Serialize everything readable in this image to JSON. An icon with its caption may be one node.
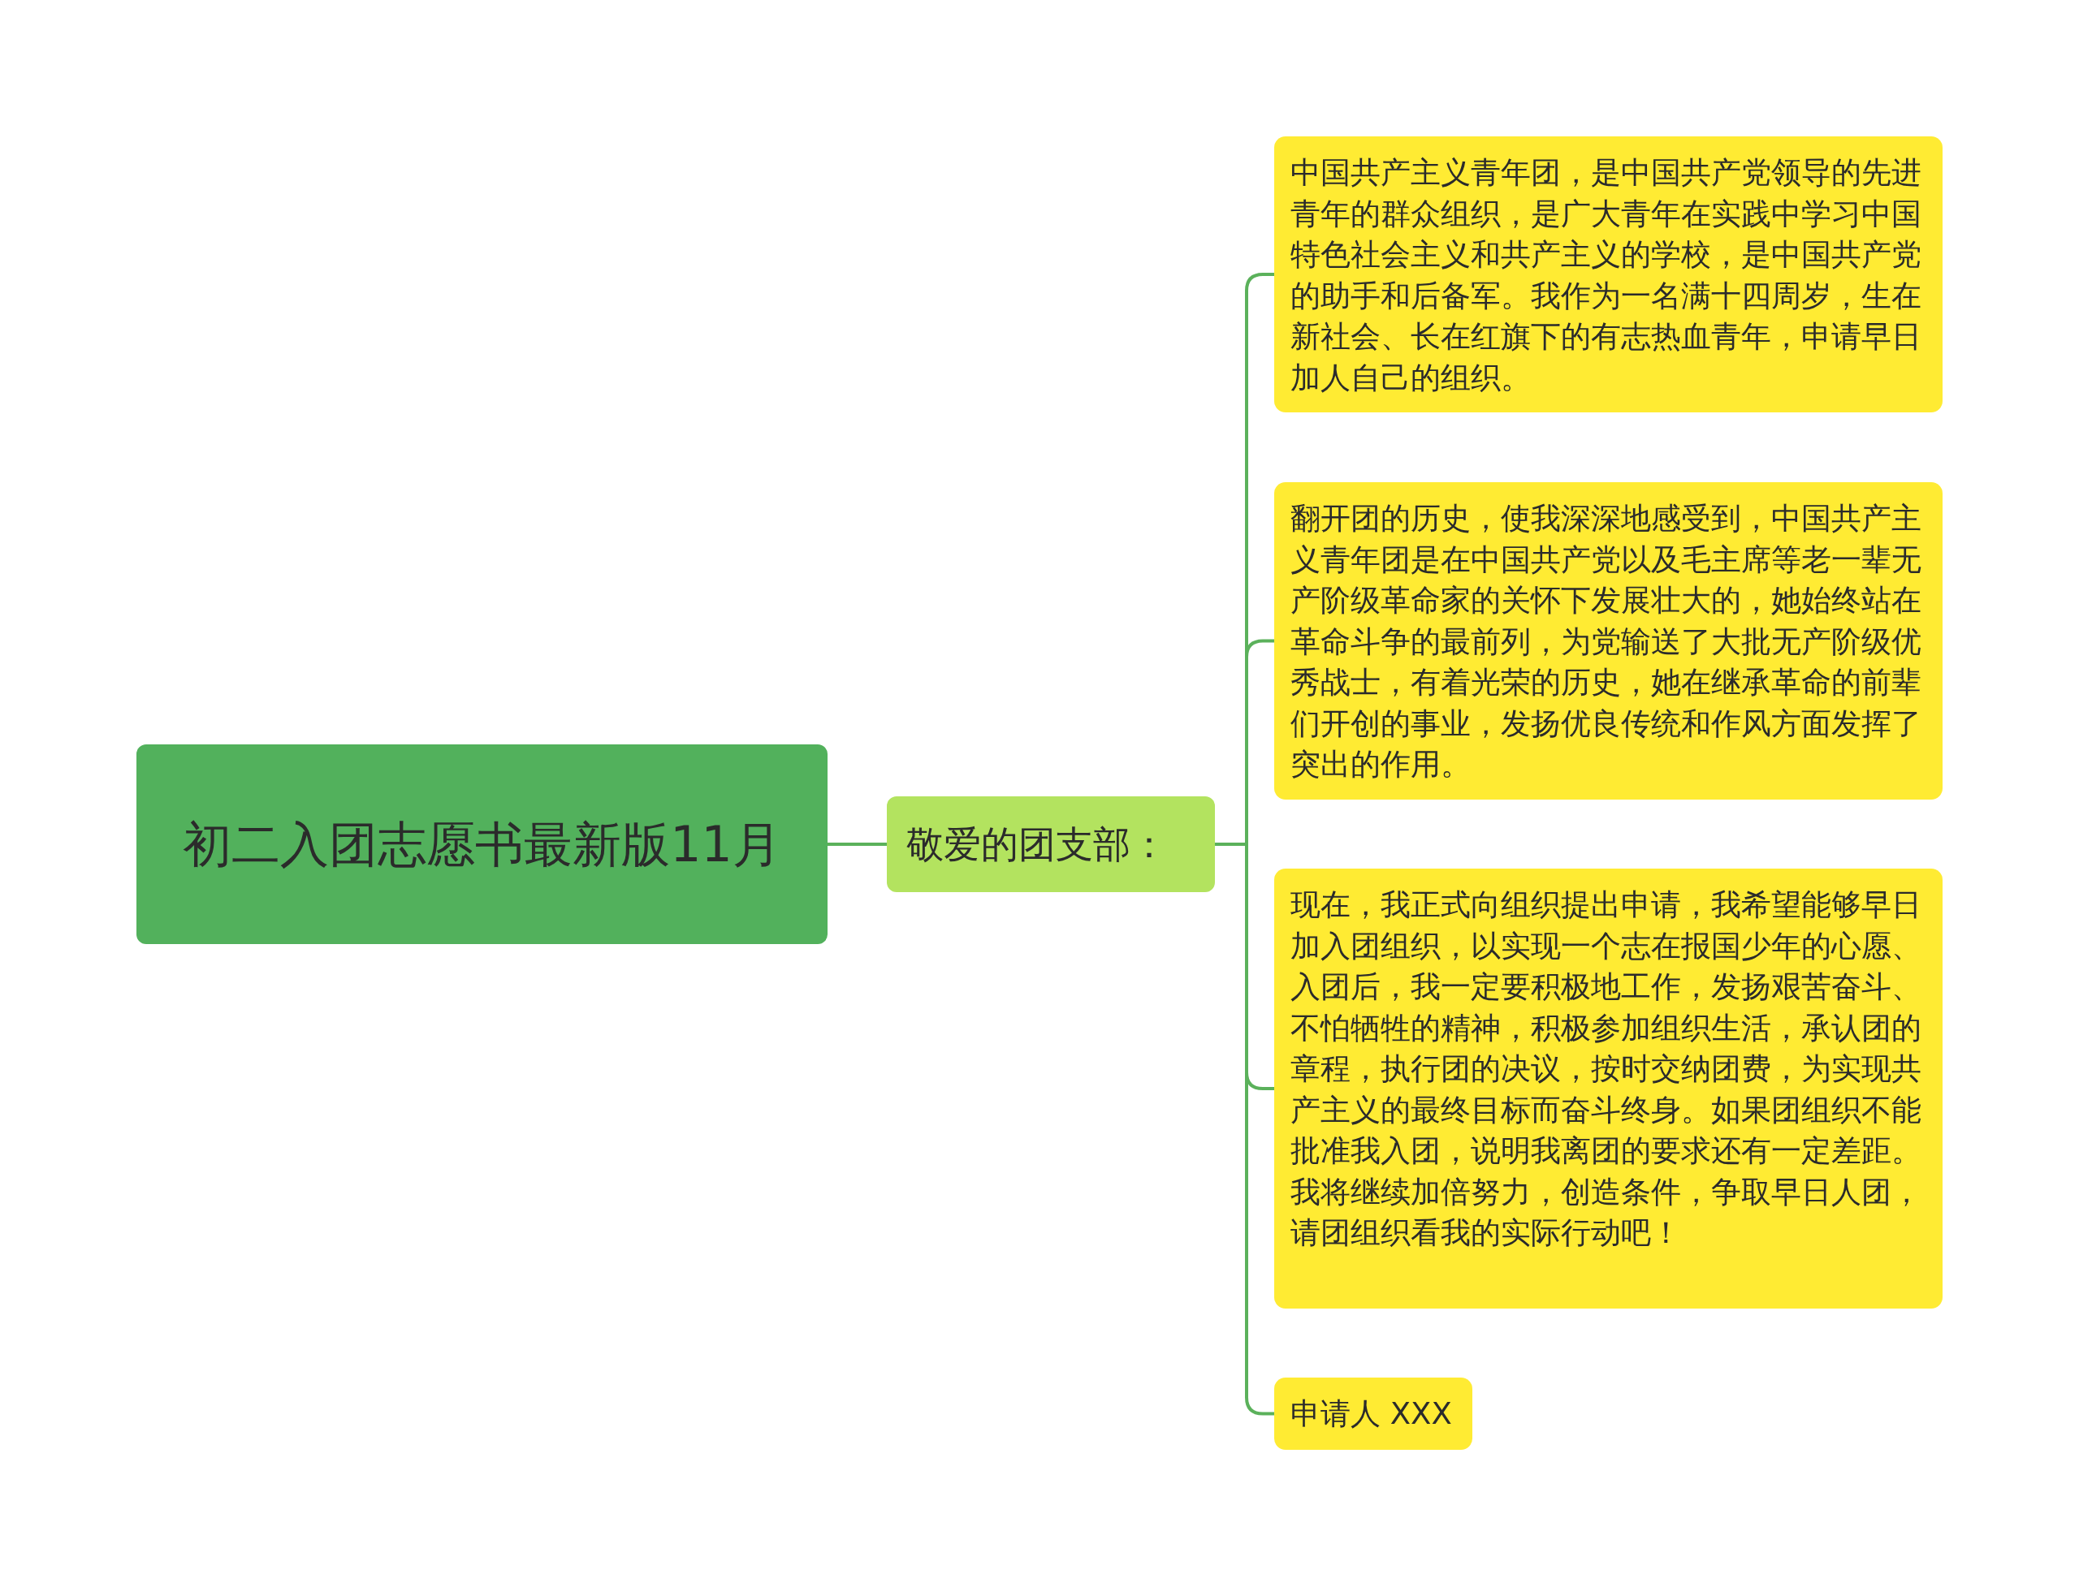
{
  "diagram": {
    "nodes": [
      {
        "text": [
          "初二入团志愿书最新版11月"
        ]
      },
      {
        "text": [
          "敬爱的团支部："
        ]
      },
      {
        "text": [
          "中国共产主义青年团，是中国共产党领导的先进青年的群众组织，是广大青年在实践中学习中国特色社会主义和共产主义的学校，是中国共产党的助手和后备军。我作为一名满十四周岁，生在新社会、长在红旗下的有志热血青年，申请早日加人自己的组织。"
        ]
      },
      {
        "text": [
          "翻开团的历史，使我深深地感受到，中国共产主义青年团是在中国共产党以及毛主席等老一辈无产阶级革命家的关怀下发展壮大的，她始终站在革命斗争的最前列，为党输送了大批无产阶级优秀战士，有着光荣的历史，她在继承革命的前辈们开创的事业，发扬优良传统和作风方面发挥了突出的作用。"
        ]
      },
      {
        "text": [
          "现在，我正式向组织提出申请，我希望能够早日加入团组织，以实现一个志在报国少年的心愿、入团后，我一定要积极地工作，发扬艰苦奋斗、不怕牺牲的精神，积极参加组织生活，承认团的章程，执行团的决议，按时交纳团费，为实现共产主义的最终目标而奋斗终身。如果团组织不能批准我入团，说明我离团的要求还有一定差距。我将继续加倍努力，创造条件，争取早日人团，请团组织看我的实际行动吧！"
        ]
      },
      {
        "text": [
          "申请人 XXX"
        ]
      }
    ],
    "edges": [
      {
        "from": 0,
        "to": 1,
        "arrow": "none"
      },
      {
        "from": 1,
        "to": 2,
        "arrow": "none"
      },
      {
        "from": 1,
        "to": 3,
        "arrow": "none"
      },
      {
        "from": 1,
        "to": 4,
        "arrow": "none"
      },
      {
        "from": 1,
        "to": 5,
        "arrow": "none"
      }
    ]
  }
}
